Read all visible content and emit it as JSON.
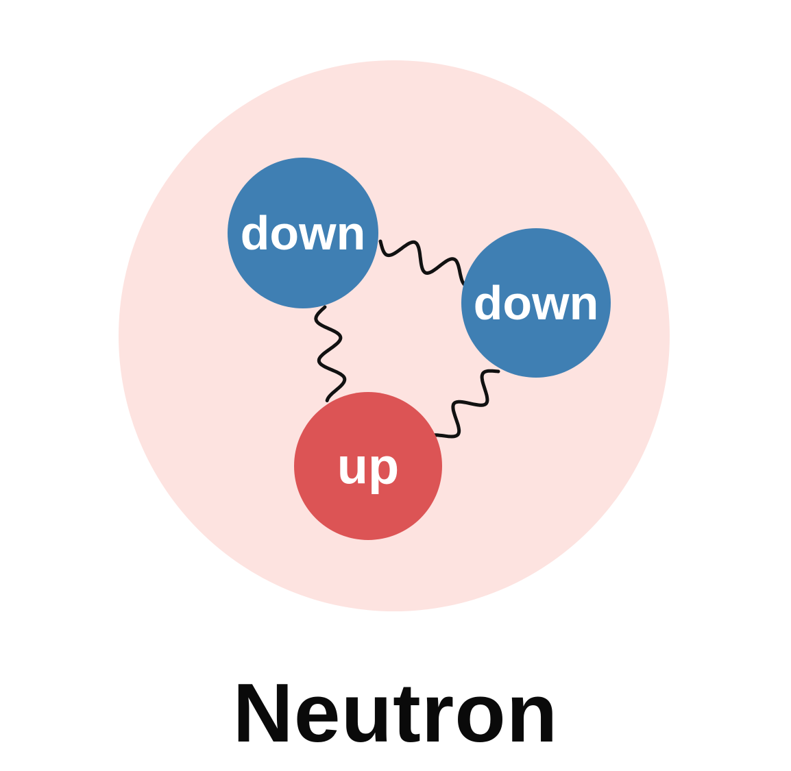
{
  "title": "Neutron",
  "colors": {
    "nucleon": "#fde3e0",
    "down_quark": "#3f7fb3",
    "up_quark": "#dc5455",
    "gluon": "#111111",
    "title": "#0a0a0a"
  },
  "quarks": [
    {
      "id": "down-1",
      "label": "down",
      "flavor": "down"
    },
    {
      "id": "down-2",
      "label": "down",
      "flavor": "down"
    },
    {
      "id": "up-1",
      "label": "up",
      "flavor": "up"
    }
  ],
  "gluons": [
    {
      "from": "down-1",
      "to": "down-2"
    },
    {
      "from": "down-1",
      "to": "up-1"
    },
    {
      "from": "down-2",
      "to": "up-1"
    }
  ],
  "icons": [
    "nucleon-circle",
    "quark-circle",
    "gluon-wavy-line"
  ]
}
